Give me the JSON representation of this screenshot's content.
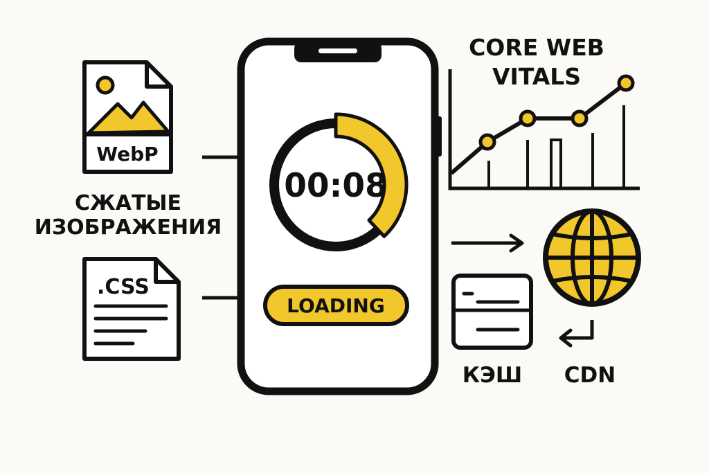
{
  "images_label": [
    "СЖАТЫЕ",
    "ИЗОБРАЖЕНИЯ"
  ],
  "webp_badge": "WebP",
  "css_file_label": ".CSS",
  "timer": "00:08",
  "timer_progress": 0.38,
  "loading_button": "LOADING",
  "vitals_title": [
    "CORE WEB",
    "VITALS"
  ],
  "cache_label": "КЭШ",
  "cdn_label": "CDN",
  "colors": {
    "accent": "#f2c72b",
    "stroke": "#111111",
    "background": "#fbfaf6"
  }
}
